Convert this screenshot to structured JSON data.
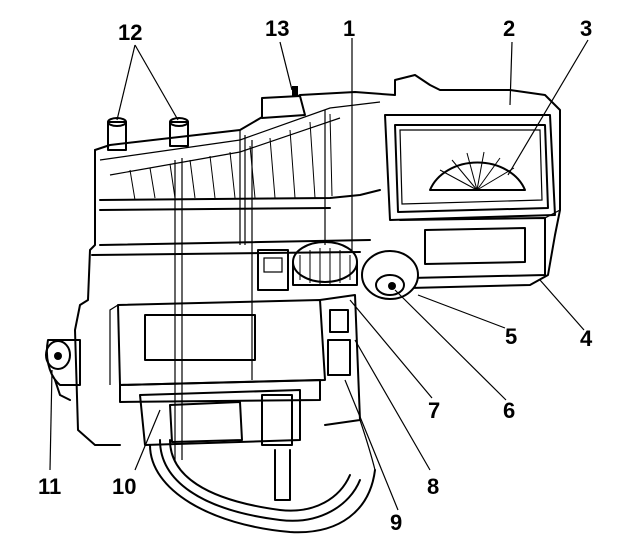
{
  "callouts": [
    "1",
    "2",
    "3",
    "4",
    "5",
    "6",
    "7",
    "8",
    "9",
    "10",
    "11",
    "12",
    "13"
  ],
  "colors": {
    "ink": "#000000",
    "paper": "#ffffff"
  }
}
